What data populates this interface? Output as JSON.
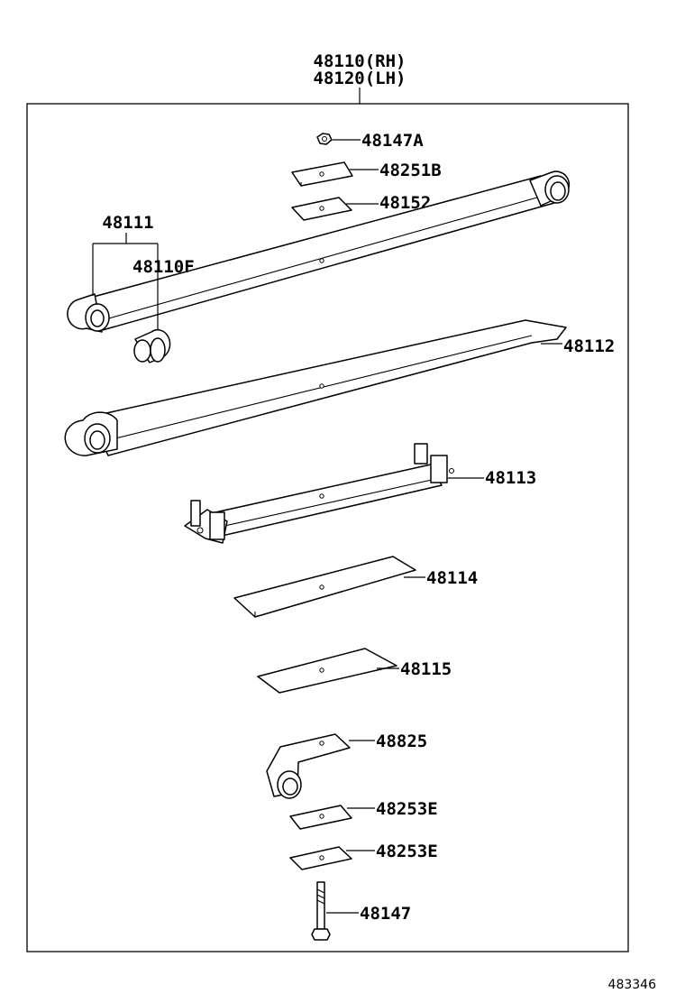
{
  "assembly": {
    "label_rh": "48110(RH)",
    "label_lh": "48120(LH)"
  },
  "parts": [
    {
      "id": "48147A",
      "label": "48147A"
    },
    {
      "id": "48251B",
      "label": "48251B"
    },
    {
      "id": "48152",
      "label": "48152"
    },
    {
      "id": "48111",
      "label": "48111"
    },
    {
      "id": "48110F",
      "label": "48110F"
    },
    {
      "id": "48112",
      "label": "48112"
    },
    {
      "id": "48113",
      "label": "48113"
    },
    {
      "id": "48114",
      "label": "48114"
    },
    {
      "id": "48115",
      "label": "48115"
    },
    {
      "id": "48825",
      "label": "48825"
    },
    {
      "id": "48253E_upper",
      "label": "48253E"
    },
    {
      "id": "48253E_lower",
      "label": "48253E"
    },
    {
      "id": "48147",
      "label": "48147"
    }
  ],
  "diagram_ref": "483346"
}
